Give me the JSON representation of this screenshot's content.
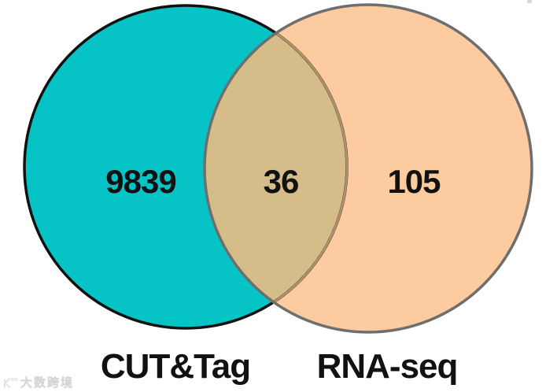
{
  "chart_data": {
    "type": "venn",
    "title": "",
    "description": "Two-set Venn diagram of overlap between CUT&Tag and RNA-seq results",
    "sets": [
      {
        "label": "CUT&Tag",
        "unique_count": 9839,
        "fill": "#06C3C6",
        "outline": "#111111"
      },
      {
        "label": "RNA-seq",
        "unique_count": 105,
        "fill": "#FCCB9F",
        "outline": "#6E6E6E"
      }
    ],
    "overlap": {
      "count": 36,
      "fill": "#D5BD89"
    },
    "legend_position": "none",
    "background": "#FFFFFF"
  },
  "watermark": {
    "icon": "brand-logo",
    "text": "大数跨境"
  }
}
